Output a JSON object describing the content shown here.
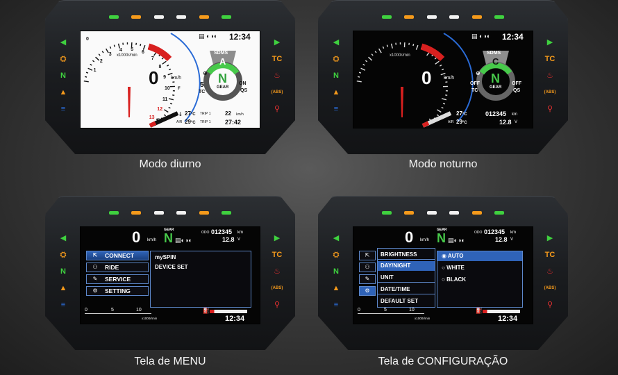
{
  "colors": {
    "green": "#3fd13f",
    "orange": "#f59a1b",
    "white": "#f2f2f2",
    "red": "#e53030",
    "blue": "#2a6bd6",
    "accent_blue": "#2f63b8"
  },
  "indicator_lights": [
    "green",
    "orange",
    "white",
    "white",
    "orange",
    "green"
  ],
  "left_indicators": [
    {
      "icon": "turn-left-icon",
      "color": "#3fd13f",
      "glyph": "◀"
    },
    {
      "icon": "engine-check-icon",
      "color": "#f59a1b",
      "glyph": "⛭"
    },
    {
      "icon": "neutral-icon",
      "color": "#3fd13f",
      "glyph": "N"
    },
    {
      "icon": "warning-icon",
      "color": "#f59a1b",
      "glyph": "▲"
    },
    {
      "icon": "high-beam-icon",
      "color": "#2a6bd6",
      "glyph": "≡"
    }
  ],
  "right_indicators": [
    {
      "icon": "turn-right-icon",
      "color": "#3fd13f",
      "glyph": "▶"
    },
    {
      "icon": "traction-control-icon",
      "color": "#f59a1b",
      "glyph": "TC"
    },
    {
      "icon": "coolant-temp-icon",
      "color": "#e53030",
      "glyph": "♨"
    },
    {
      "icon": "abs-icon",
      "color": "#f59a1b",
      "glyph": "(ABS)"
    },
    {
      "icon": "oil-pressure-icon",
      "color": "#e53030",
      "glyph": "⚲"
    }
  ],
  "day": {
    "caption": "Modo diurno",
    "clock": "12:34",
    "tach_numbers": [
      "0",
      "1",
      "2",
      "3",
      "4",
      "5",
      "6",
      "7",
      "8",
      "9",
      "10",
      "11",
      "12",
      "13"
    ],
    "tach_unit": "x1000r/min",
    "speed": "0",
    "speed_unit": "km/h",
    "sdms_label": "SDMS",
    "sdms_mode": "A",
    "tc_value": "5",
    "tc_label": "TC",
    "gear": "N",
    "gear_label": "GEAR",
    "qs_on": "ON",
    "qs_label": "QS",
    "fuel_f": "F",
    "fuel_e": "E",
    "temp1": "27",
    "temp1_unit": "°C",
    "temp2_label": "AIR",
    "temp2": "29",
    "temp2_unit": "°C",
    "trip1_label": "TRIP 1",
    "trip1_value": "22",
    "trip1_unit": "km/h",
    "trip2_label": "TRIP 1",
    "trip2_value": "27:42"
  },
  "night": {
    "caption": "Modo noturno",
    "clock": "12:34",
    "tach_unit": "x1000r/min",
    "speed": "0",
    "speed_unit": "km/h",
    "sdms_label": "SDMS",
    "sdms_mode": "C",
    "tc_off": "OFF",
    "tc_label": "TC",
    "gear": "N",
    "gear_label": "GEAR",
    "qs_off": "OFF",
    "qs_label": "QS",
    "temp1": "27",
    "temp1_unit": "°C",
    "temp2_label": "AIR",
    "temp2": "29",
    "temp2_unit": "°C",
    "odo": "012345",
    "odo_unit": "km",
    "voltage": "12.8",
    "voltage_unit": "V"
  },
  "menu": {
    "caption": "Tela de MENU",
    "speed": "0",
    "speed_unit": "km/h",
    "gear_label": "GEAR",
    "gear": "N",
    "odo_label": "ODO",
    "odo": "012345",
    "odo_unit": "km",
    "voltage": "12.8",
    "voltage_unit": "V",
    "items": [
      "CONNECT",
      "RIDE",
      "SERVICE",
      "SETTING"
    ],
    "sub_items": [
      "mySPIN",
      "DEVICE SET"
    ],
    "scale": [
      "0",
      "5",
      "10"
    ],
    "tach_unit": "x1000r/min",
    "clock": "12:34"
  },
  "config": {
    "caption": "Tela de CONFIGURAÇÃO",
    "speed": "0",
    "speed_unit": "km/h",
    "gear_label": "GEAR",
    "gear": "N",
    "odo_label": "ODO",
    "odo": "012345",
    "odo_unit": "km",
    "voltage": "12.8",
    "voltage_unit": "V",
    "items": [
      "BRIGHTNESS",
      "DAY/NIGHT",
      "UNIT",
      "DATE/TIME",
      "DEFAULT SET"
    ],
    "options": [
      "AUTO",
      "WHITE",
      "BLACK"
    ],
    "scale": [
      "0",
      "5",
      "10"
    ],
    "tach_unit": "x1000r/min",
    "clock": "12:34"
  }
}
